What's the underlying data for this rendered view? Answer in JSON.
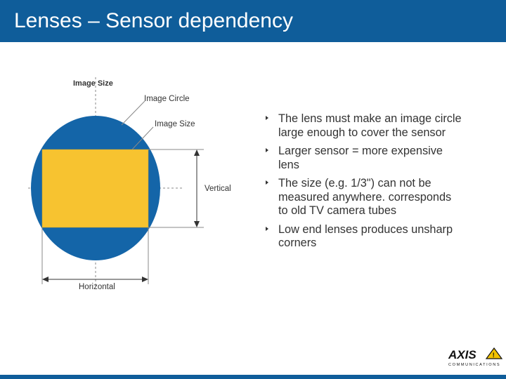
{
  "slide": {
    "title": "Lenses – Sensor dependency"
  },
  "diagram": {
    "heading": "Image Size",
    "label_image_circle": "Image Circle",
    "label_image_size": "Image Size",
    "label_vertical": "Vertical",
    "label_horizontal": "Horizontal",
    "colors": {
      "circle": "#1465a8",
      "sensor": "#f7c330"
    }
  },
  "bullets": [
    "The lens must make an image circle large enough to cover the sensor",
    "Larger sensor = more expensive lens",
    "The size (e.g. 1/3\") can not be measured anywhere. corresponds to old TV camera tubes",
    "Low end lenses produces unsharp corners"
  ],
  "logo": {
    "brand": "AXIS",
    "sub": "COMMUNICATIONS"
  }
}
